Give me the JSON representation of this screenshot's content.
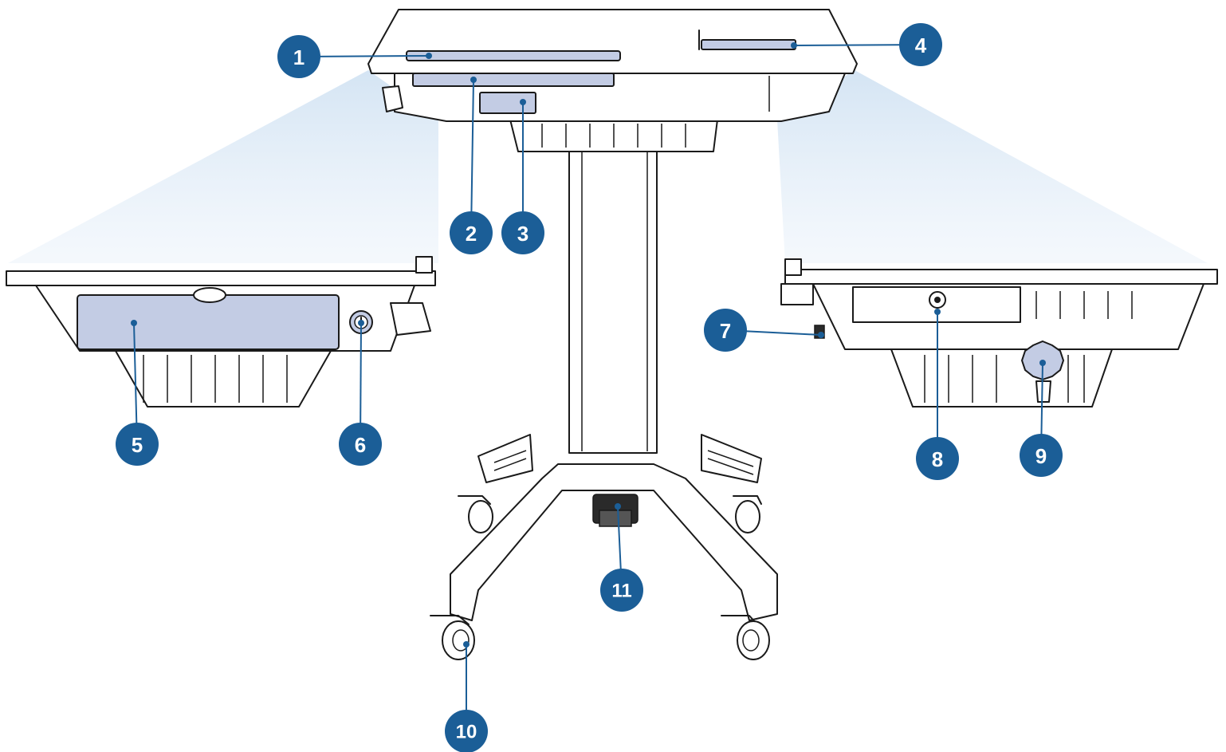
{
  "colors": {
    "badge": "#1b5e97",
    "leader": "#1b5e97",
    "highlight": "#c3cce4",
    "outline": "#1a1a1a",
    "glow": "#d9e7f5"
  },
  "callouts": [
    {
      "id": "1",
      "label": "1"
    },
    {
      "id": "2",
      "label": "2"
    },
    {
      "id": "3",
      "label": "3"
    },
    {
      "id": "4",
      "label": "4"
    },
    {
      "id": "5",
      "label": "5"
    },
    {
      "id": "6",
      "label": "6"
    },
    {
      "id": "7",
      "label": "7"
    },
    {
      "id": "8",
      "label": "8"
    },
    {
      "id": "9",
      "label": "9"
    },
    {
      "id": "10",
      "label": "10"
    },
    {
      "id": "11",
      "label": "11"
    }
  ]
}
